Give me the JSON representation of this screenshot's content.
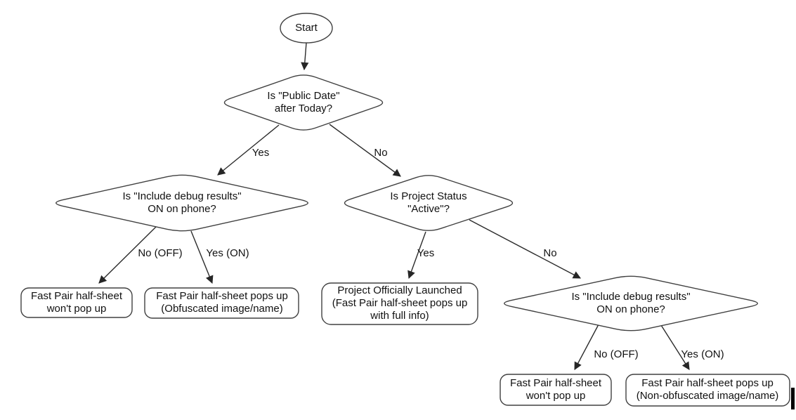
{
  "diagram": {
    "type": "flowchart",
    "colors": {
      "background": "#ffffff",
      "shape_fill": "#ffffff",
      "shape_stroke": "#404040",
      "arrow": "#262626",
      "text": "#111111"
    },
    "nodes": {
      "start": {
        "type": "terminator",
        "label": "Start"
      },
      "public_date": {
        "type": "decision",
        "lines": [
          "Is \"Public Date\"",
          "after Today?"
        ]
      },
      "debug_left": {
        "type": "decision",
        "lines": [
          "Is \"Include debug results\"",
          "ON on phone?"
        ]
      },
      "project_status": {
        "type": "decision",
        "lines": [
          "Is Project Status",
          "\"Active\"?"
        ]
      },
      "debug_right": {
        "type": "decision",
        "lines": [
          "Is \"Include debug results\"",
          "ON on phone?"
        ]
      },
      "no_popup_left": {
        "type": "result",
        "lines": [
          "Fast Pair half-sheet",
          "won't pop up"
        ]
      },
      "obfuscated_popup": {
        "type": "result",
        "lines": [
          "Fast Pair half-sheet pops up",
          "(Obfuscated image/name)"
        ]
      },
      "launched": {
        "type": "result",
        "lines": [
          "Project Officially Launched",
          "(Fast Pair half-sheet pops up",
          "with full info)"
        ]
      },
      "no_popup_right": {
        "type": "result",
        "lines": [
          "Fast Pair half-sheet",
          "won't pop up"
        ]
      },
      "non_obfuscated_popup": {
        "type": "result",
        "lines": [
          "Fast Pair half-sheet pops up",
          "(Non-obfuscated image/name)"
        ]
      }
    },
    "edge_labels": {
      "public_date_yes": "Yes",
      "public_date_no": "No",
      "debug_left_no": "No (OFF)",
      "debug_left_yes": "Yes (ON)",
      "project_status_yes": "Yes",
      "project_status_no": "No",
      "debug_right_no": "No (OFF)",
      "debug_right_yes": "Yes (ON)"
    }
  }
}
